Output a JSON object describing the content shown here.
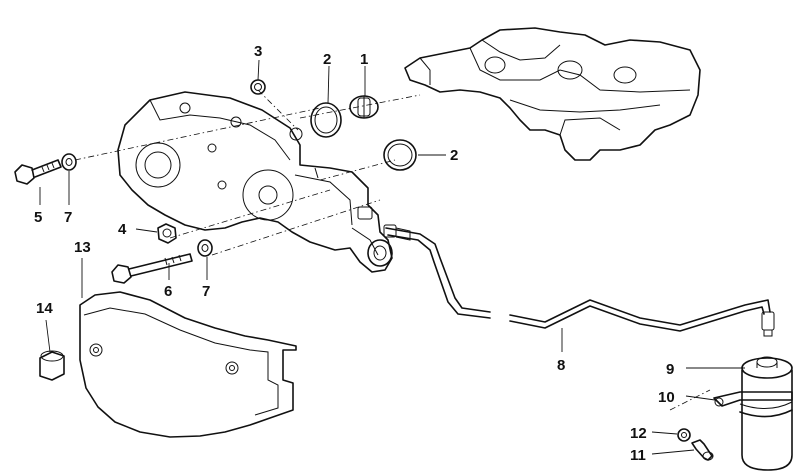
{
  "callouts": [
    {
      "id": "c1",
      "text": "1"
    },
    {
      "id": "c2a",
      "text": "2"
    },
    {
      "id": "c2b",
      "text": "2"
    },
    {
      "id": "c3",
      "text": "3"
    },
    {
      "id": "c4",
      "text": "4"
    },
    {
      "id": "c5",
      "text": "5"
    },
    {
      "id": "c6",
      "text": "6"
    },
    {
      "id": "c7a",
      "text": "7"
    },
    {
      "id": "c7b",
      "text": "7"
    },
    {
      "id": "c8",
      "text": "8"
    },
    {
      "id": "c9",
      "text": "9"
    },
    {
      "id": "c10",
      "text": "10"
    },
    {
      "id": "c11",
      "text": "11"
    },
    {
      "id": "c12",
      "text": "12"
    },
    {
      "id": "c13",
      "text": "13"
    },
    {
      "id": "c14",
      "text": "14"
    }
  ]
}
